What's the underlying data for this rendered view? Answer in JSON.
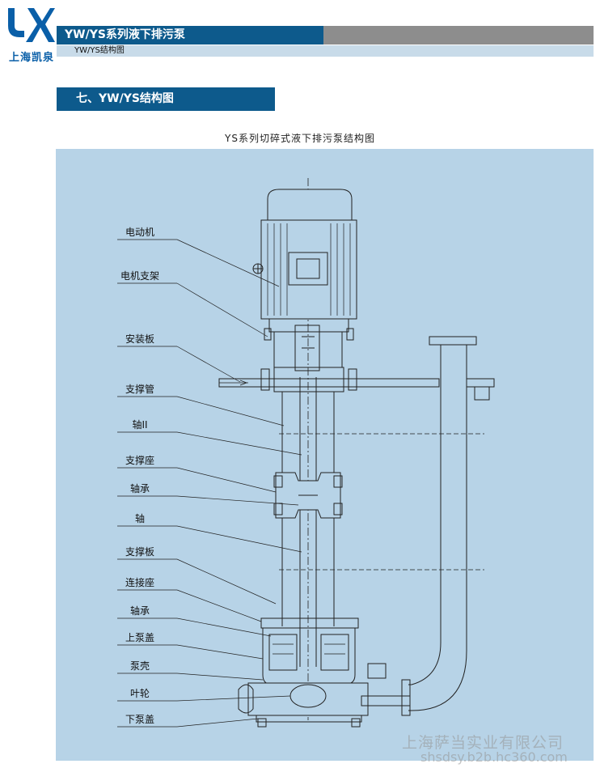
{
  "header": {
    "logo_text": "上海凯泉",
    "title": "YW/YS系列液下排污泵",
    "subtitle": "YW/YS结构图"
  },
  "section": {
    "heading": "七、YW/YS结构图"
  },
  "diagram": {
    "title": "YS系列切碎式液下排污泵结构图",
    "labels": [
      "电动机",
      "电机支架",
      "安装板",
      "支撑管",
      "轴II",
      "支撑座",
      "轴承",
      "轴",
      "支撑板",
      "连接座",
      "轴承",
      "上泵盖",
      "泵壳",
      "叶轮",
      "下泵盖"
    ]
  },
  "watermark": {
    "line1": "上海萨当实业有限公司",
    "line2": "shsdsy.b2b.hc360.com"
  },
  "colors": {
    "header_blue": "#0d5a8c",
    "header_gray": "#8d8d8d",
    "subtitle_bg": "#c8dbe9",
    "panel_bg": "#b7d3e7",
    "logo_blue": "#0a5fa8"
  }
}
